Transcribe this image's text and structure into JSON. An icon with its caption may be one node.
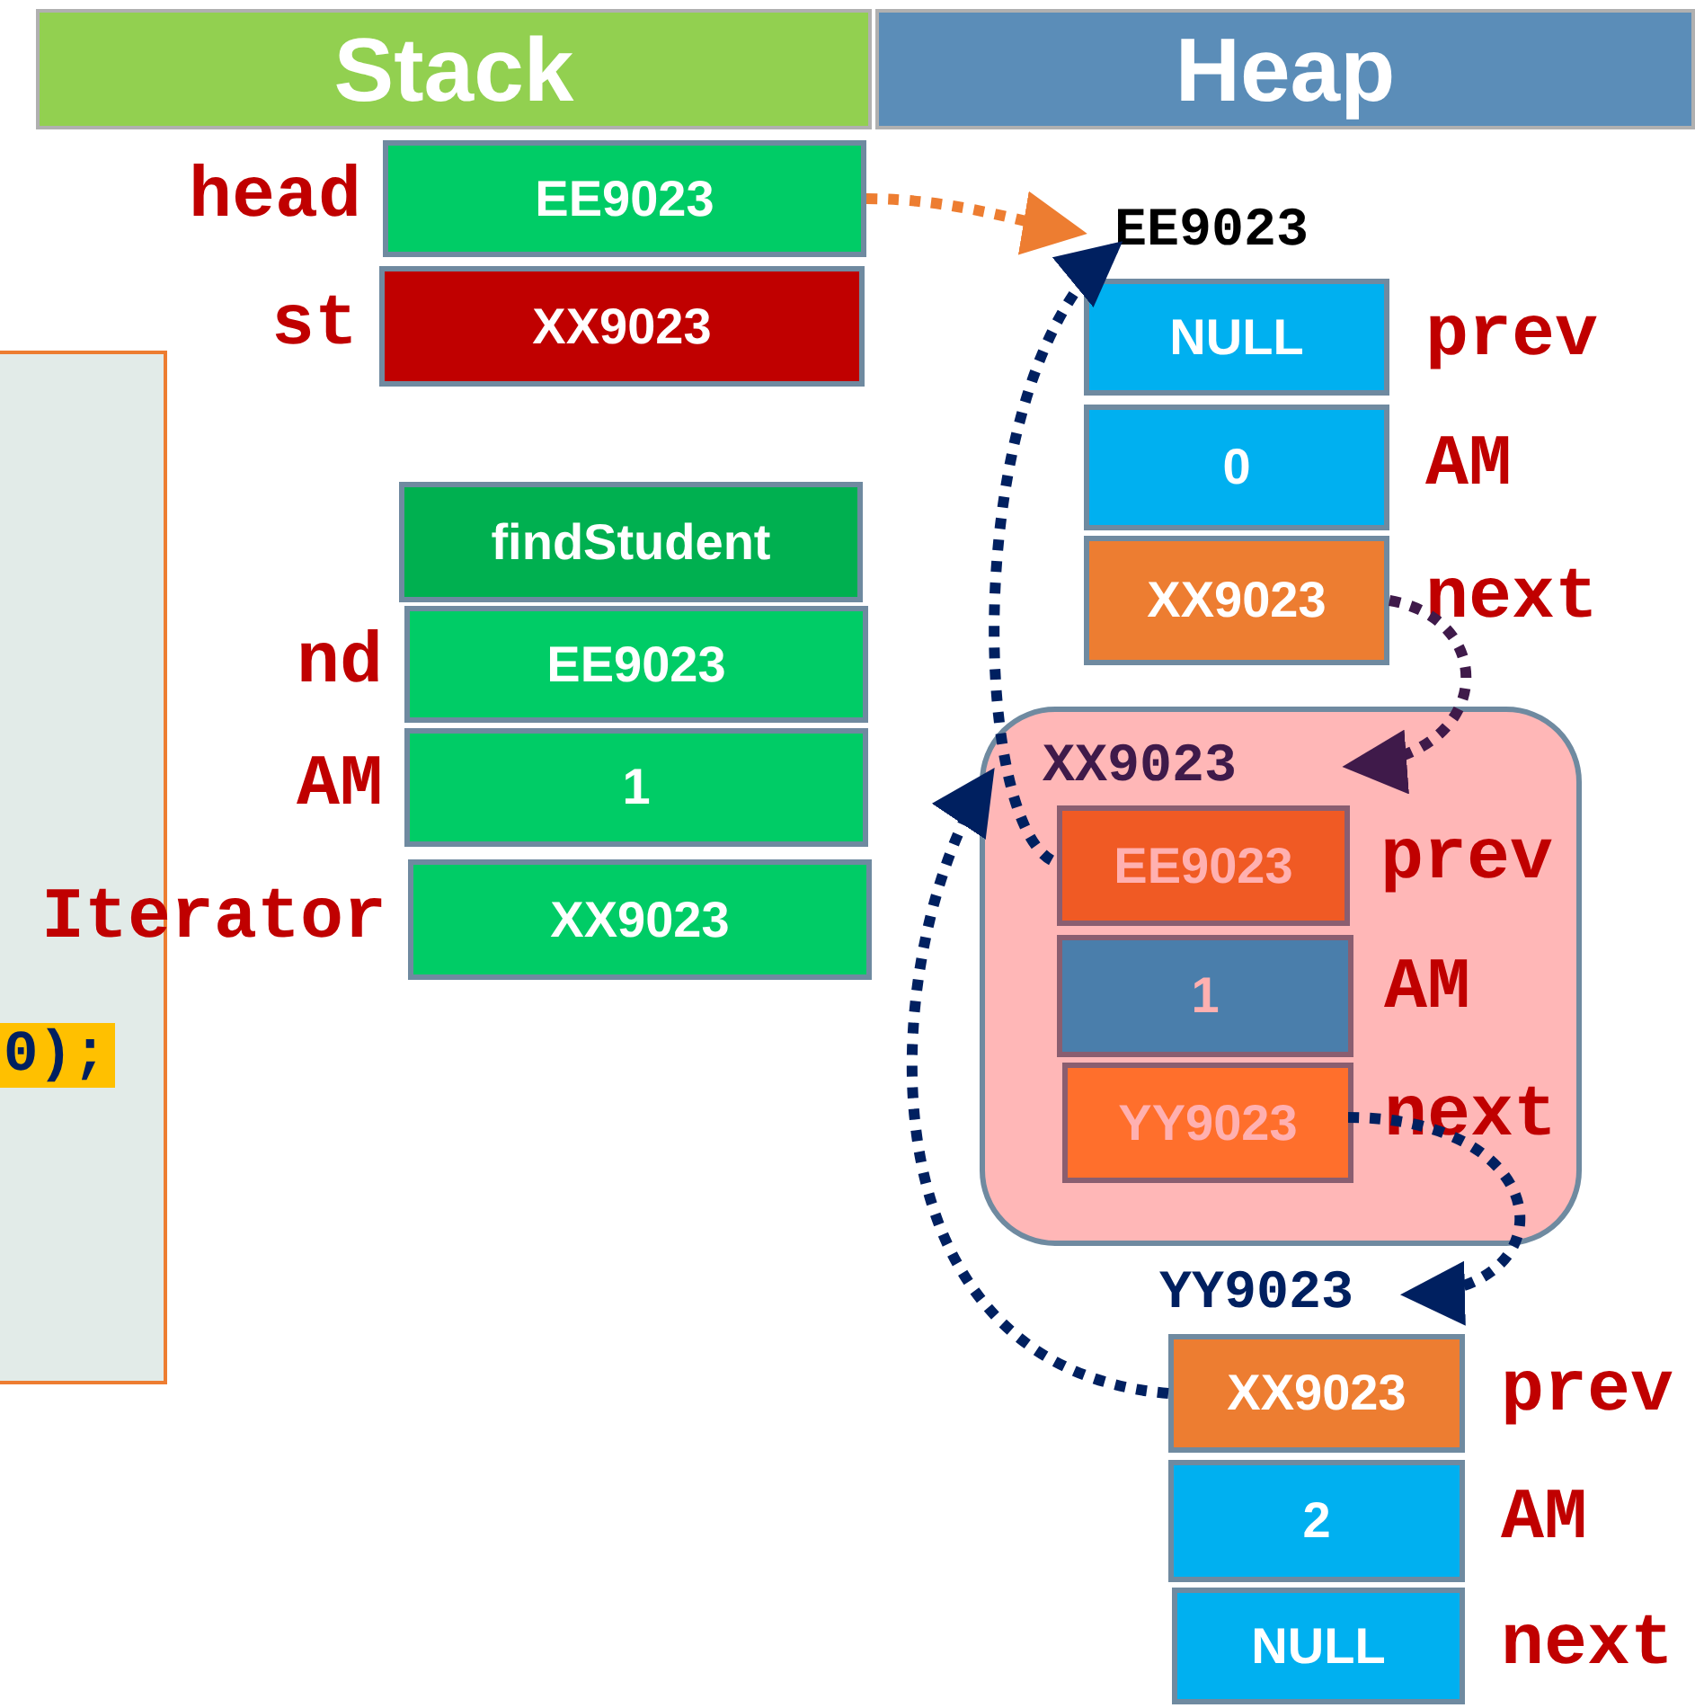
{
  "diagram": {
    "nodes": [
      {
        "text": [
          "Stack"
        ]
      },
      {
        "text": [
          "Heap"
        ]
      },
      {
        "text": [
          "EE9023"
        ],
        "beside": [
          "head"
        ]
      },
      {
        "text": [
          "XX9023"
        ],
        "beside": [
          "st"
        ]
      },
      {
        "text": [
          "0);"
        ]
      },
      {
        "text": [
          "findStudent"
        ]
      },
      {
        "text": [
          "EE9023"
        ],
        "beside": [
          "nd"
        ]
      },
      {
        "text": [
          "1"
        ],
        "beside": [
          "AM"
        ]
      },
      {
        "text": [
          "XX9023"
        ],
        "beside": [
          "Iterator"
        ]
      },
      {
        "text": [
          "EE9023"
        ]
      },
      {
        "text": [
          "NULL"
        ],
        "beside": [
          "prev"
        ]
      },
      {
        "text": [
          "0"
        ],
        "beside": [
          "AM"
        ]
      },
      {
        "text": [
          "XX9023"
        ],
        "beside": [
          "next"
        ]
      },
      {
        "text": [
          "XX9023"
        ]
      },
      {
        "text": [
          "EE9023"
        ],
        "beside": [
          "prev"
        ],
        "in": 13
      },
      {
        "text": [
          "1"
        ],
        "beside": [
          "AM"
        ],
        "in": 13
      },
      {
        "text": [
          "YY9023"
        ],
        "beside": [
          "next"
        ],
        "in": 13
      },
      {
        "text": [
          "YY9023"
        ]
      },
      {
        "text": [
          "XX9023"
        ],
        "beside": [
          "prev"
        ]
      },
      {
        "text": [
          "2"
        ],
        "beside": [
          "AM"
        ]
      },
      {
        "text": [
          "NULL"
        ],
        "beside": [
          "next"
        ]
      }
    ],
    "edges": [
      {
        "from": 2,
        "to": 9,
        "arrow": "to",
        "style": "dashed",
        "color": "#ed7d31"
      },
      {
        "from": 14,
        "to": 9,
        "arrow": "to",
        "style": "dashed"
      },
      {
        "from": 12,
        "to": 13,
        "arrow": "to",
        "style": "dashed",
        "color": "#3f1a4a"
      },
      {
        "from": 16,
        "to": 17,
        "arrow": "to",
        "style": "dashed"
      },
      {
        "from": 18,
        "to": 13,
        "arrow": "to",
        "style": "dashed"
      }
    ]
  }
}
